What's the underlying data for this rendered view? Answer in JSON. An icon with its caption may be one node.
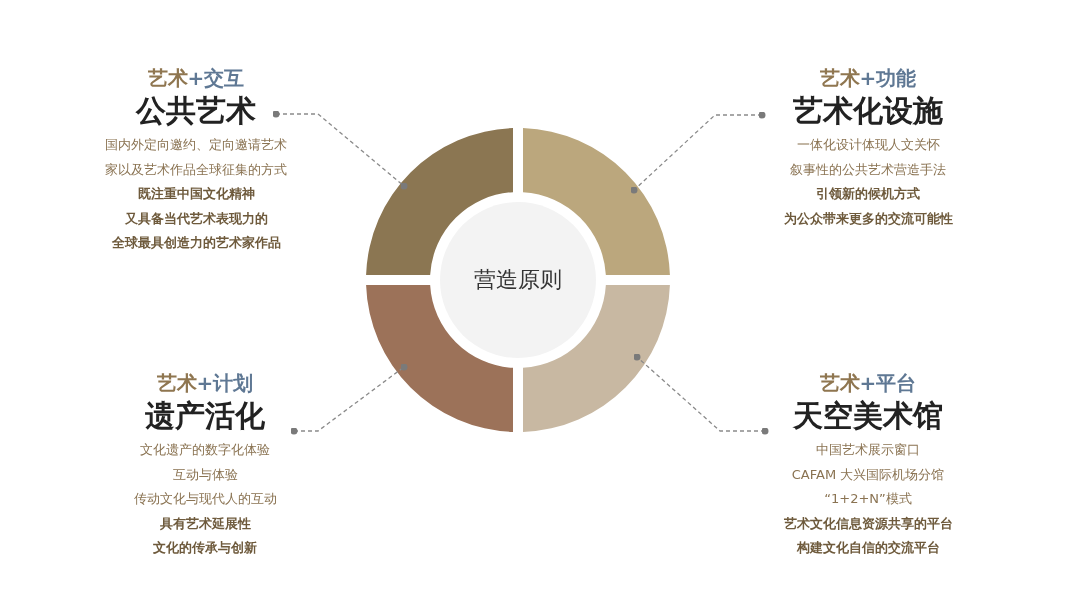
{
  "diagram": {
    "nodes": [
      {
        "text": [
          "营造原则"
        ]
      },
      {
        "text": [],
        "shape": "arc"
      },
      {
        "text": [],
        "shape": "arc"
      },
      {
        "text": [],
        "shape": "arc"
      },
      {
        "text": [],
        "shape": "arc"
      },
      {
        "text": [
          "艺术+交互",
          "公共艺术",
          "国内外定向邀约、定向邀请艺术家以及艺术作品全球征集的方式",
          "既注重中国文化精神",
          "又具备当代艺术表现力的",
          "全球最具创造力的艺术家作品"
        ]
      },
      {
        "text": [
          "艺术+功能",
          "艺术化设施",
          "一体化设计体现人文关怀",
          "叙事性的公共艺术营造手法",
          "引领新的候机方式",
          "为公众带来更多的交流可能性"
        ]
      },
      {
        "text": [
          "艺术+计划",
          "遗产活化",
          "文化遗产的数字化体验",
          "互动与体验",
          "传动文化与现代人的互动",
          "具有艺术延展性",
          "文化的传承与创新"
        ]
      },
      {
        "text": [
          "艺术+平台",
          "天空美术馆",
          "中国艺术展示窗口",
          "CAFAM  大兴国际机场分馆",
          "“1+2+N”模式",
          "艺术文化信息资源共享的平台",
          "构建文化自信的交流平台"
        ]
      }
    ],
    "edges": [
      {
        "from": 5,
        "to": 1,
        "arrow": "other",
        "style": "dashed"
      },
      {
        "from": 6,
        "to": 2,
        "arrow": "other",
        "style": "dashed"
      },
      {
        "from": 7,
        "to": 3,
        "arrow": "other",
        "style": "dashed"
      },
      {
        "from": 8,
        "to": 4,
        "arrow": "other",
        "style": "dashed"
      }
    ]
  }
}
